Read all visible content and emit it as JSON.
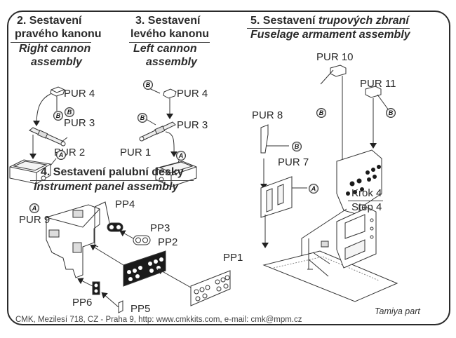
{
  "sections": {
    "right_cannon": {
      "title_cz_1": "2. Sestavení",
      "title_cz_2": "pravého kanonu",
      "title_en_1": "Right cannon",
      "title_en_2": "assembly",
      "parts": [
        "PUR 4",
        "PUR 3",
        "PUR 2"
      ],
      "glue_marks": [
        "B",
        "B",
        "A"
      ]
    },
    "left_cannon": {
      "title_cz_1": "3. Sestavení",
      "title_cz_2": "levého kanonu",
      "title_en_1": "Left cannon",
      "title_en_2": "assembly",
      "parts": [
        "PUR 4",
        "PUR 3",
        "PUR 1"
      ],
      "glue_marks": [
        "B",
        "B",
        "A"
      ]
    },
    "instrument_panel": {
      "title_cz": "4. Sestavení palubní desky",
      "title_en": "Instrument panel assembly",
      "parts": [
        "PUR 9",
        "PP4",
        "PP3",
        "PP2",
        "PP1",
        "PP6",
        "PP5"
      ],
      "glue_marks": [
        "A"
      ]
    },
    "fuselage_armament": {
      "title_cz_plain": "5. Sestavení ",
      "title_cz_italic": "trupových zbraní",
      "title_en": "Fuselage armament assembly",
      "parts": [
        "PUR 10",
        "PUR 11",
        "PUR 8",
        "PUR 7"
      ],
      "glue_marks": [
        "B",
        "B",
        "B",
        "A"
      ],
      "step_cz": "Krok 4",
      "step_en": "Step 4",
      "note": "Tamiya part"
    }
  },
  "footer": {
    "text": "CMK, Mezilesí 718, CZ - Praha 9,  http: www.cmkkits.com, e-mail: cmk@mpm.cz"
  },
  "colors": {
    "ink": "#2a2a2a",
    "paper": "#ffffff",
    "decal_dark": "#1a1a1a"
  }
}
